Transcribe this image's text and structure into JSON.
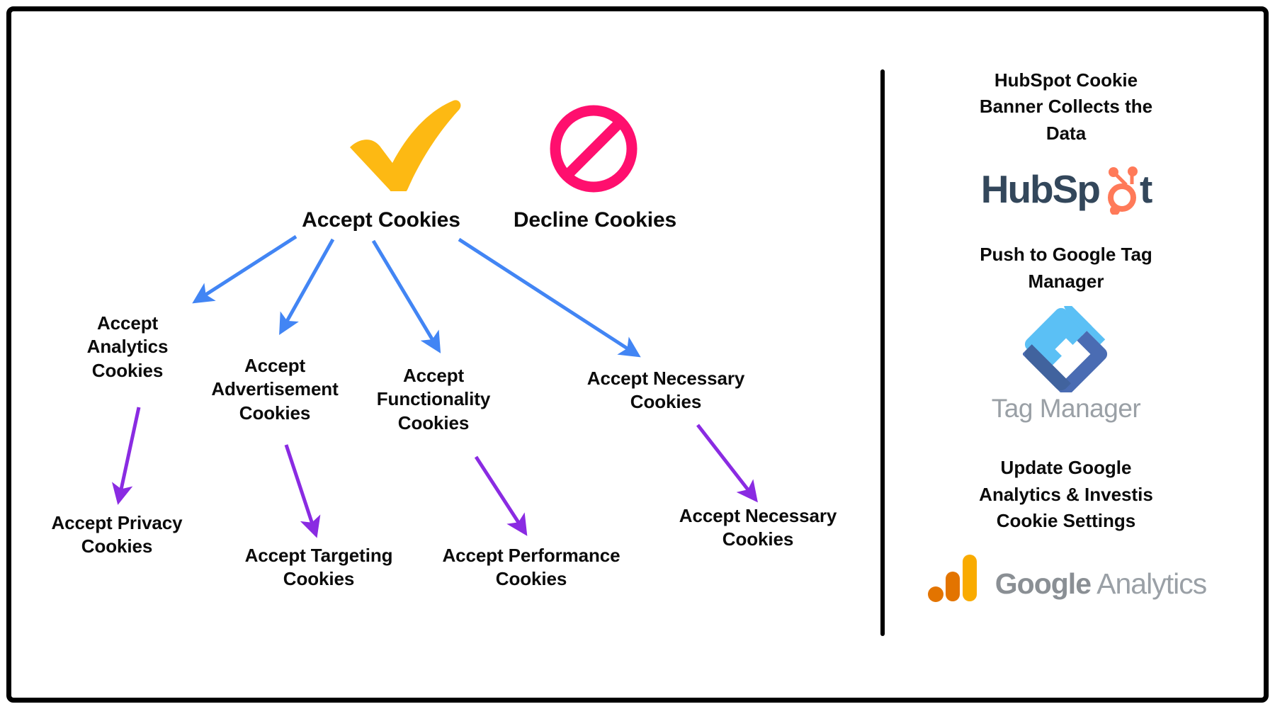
{
  "diagram": {
    "title_colors": {
      "check": "#FDB913",
      "ban": "#FF0F6E",
      "arrow_blue": "#4285F4",
      "arrow_purple": "#8A2BE2",
      "text": "#0B0B0B",
      "divider": "#000000",
      "frame": "#000000"
    },
    "root_nodes": [
      {
        "id": "accept-cookies",
        "label": "Accept Cookies",
        "icon": "check-icon"
      },
      {
        "id": "decline-cookies",
        "label": "Decline Cookies",
        "icon": "ban-icon"
      }
    ],
    "level2_nodes": [
      {
        "id": "accept-analytics-cookies",
        "label": "Accept\nAnalytics\nCookies"
      },
      {
        "id": "accept-advertisement-cookies",
        "label": "Accept\nAdvertisement\nCookies"
      },
      {
        "id": "accept-functionality-cookies",
        "label": "Accept\nFunctionality\nCookies"
      },
      {
        "id": "accept-necessary-cookies",
        "label": "Accept Necessary\nCookies"
      }
    ],
    "level3_nodes": [
      {
        "id": "accept-privacy-cookies",
        "label": "Accept Privacy\nCookies"
      },
      {
        "id": "accept-targeting-cookies",
        "label": "Accept Targeting\nCookies"
      },
      {
        "id": "accept-performance-cookies",
        "label": "Accept Performance\nCookies"
      },
      {
        "id": "accept-necessary-cookies-leaf",
        "label": "Accept Necessary\nCookies"
      }
    ]
  },
  "rail": {
    "steps": [
      {
        "id": "hubspot-step",
        "heading": "HubSpot Cookie\nBanner Collects the\nData",
        "logo": "hubspot-logo",
        "logo_text_primary": "HubSp",
        "logo_text_secondary": "t",
        "logo_color_text": "#33475B",
        "logo_color_accent": "#FF7A59"
      },
      {
        "id": "tag-manager-step",
        "heading": "Push to Google Tag\nManager",
        "logo": "google-tag-manager-logo",
        "logo_wordmark": "Tag Manager",
        "logo_color_light": "#5BC0F5",
        "logo_color_dark": "#4A6CB3"
      },
      {
        "id": "google-analytics-step",
        "heading": "Update Google\nAnalytics & Investis\nCookie Settings",
        "logo": "google-analytics-logo",
        "logo_wordmark_bold": "Google",
        "logo_wordmark_light": "Analytics",
        "logo_color_amber": "#F9AB00",
        "logo_color_orange": "#E37400"
      }
    ]
  }
}
